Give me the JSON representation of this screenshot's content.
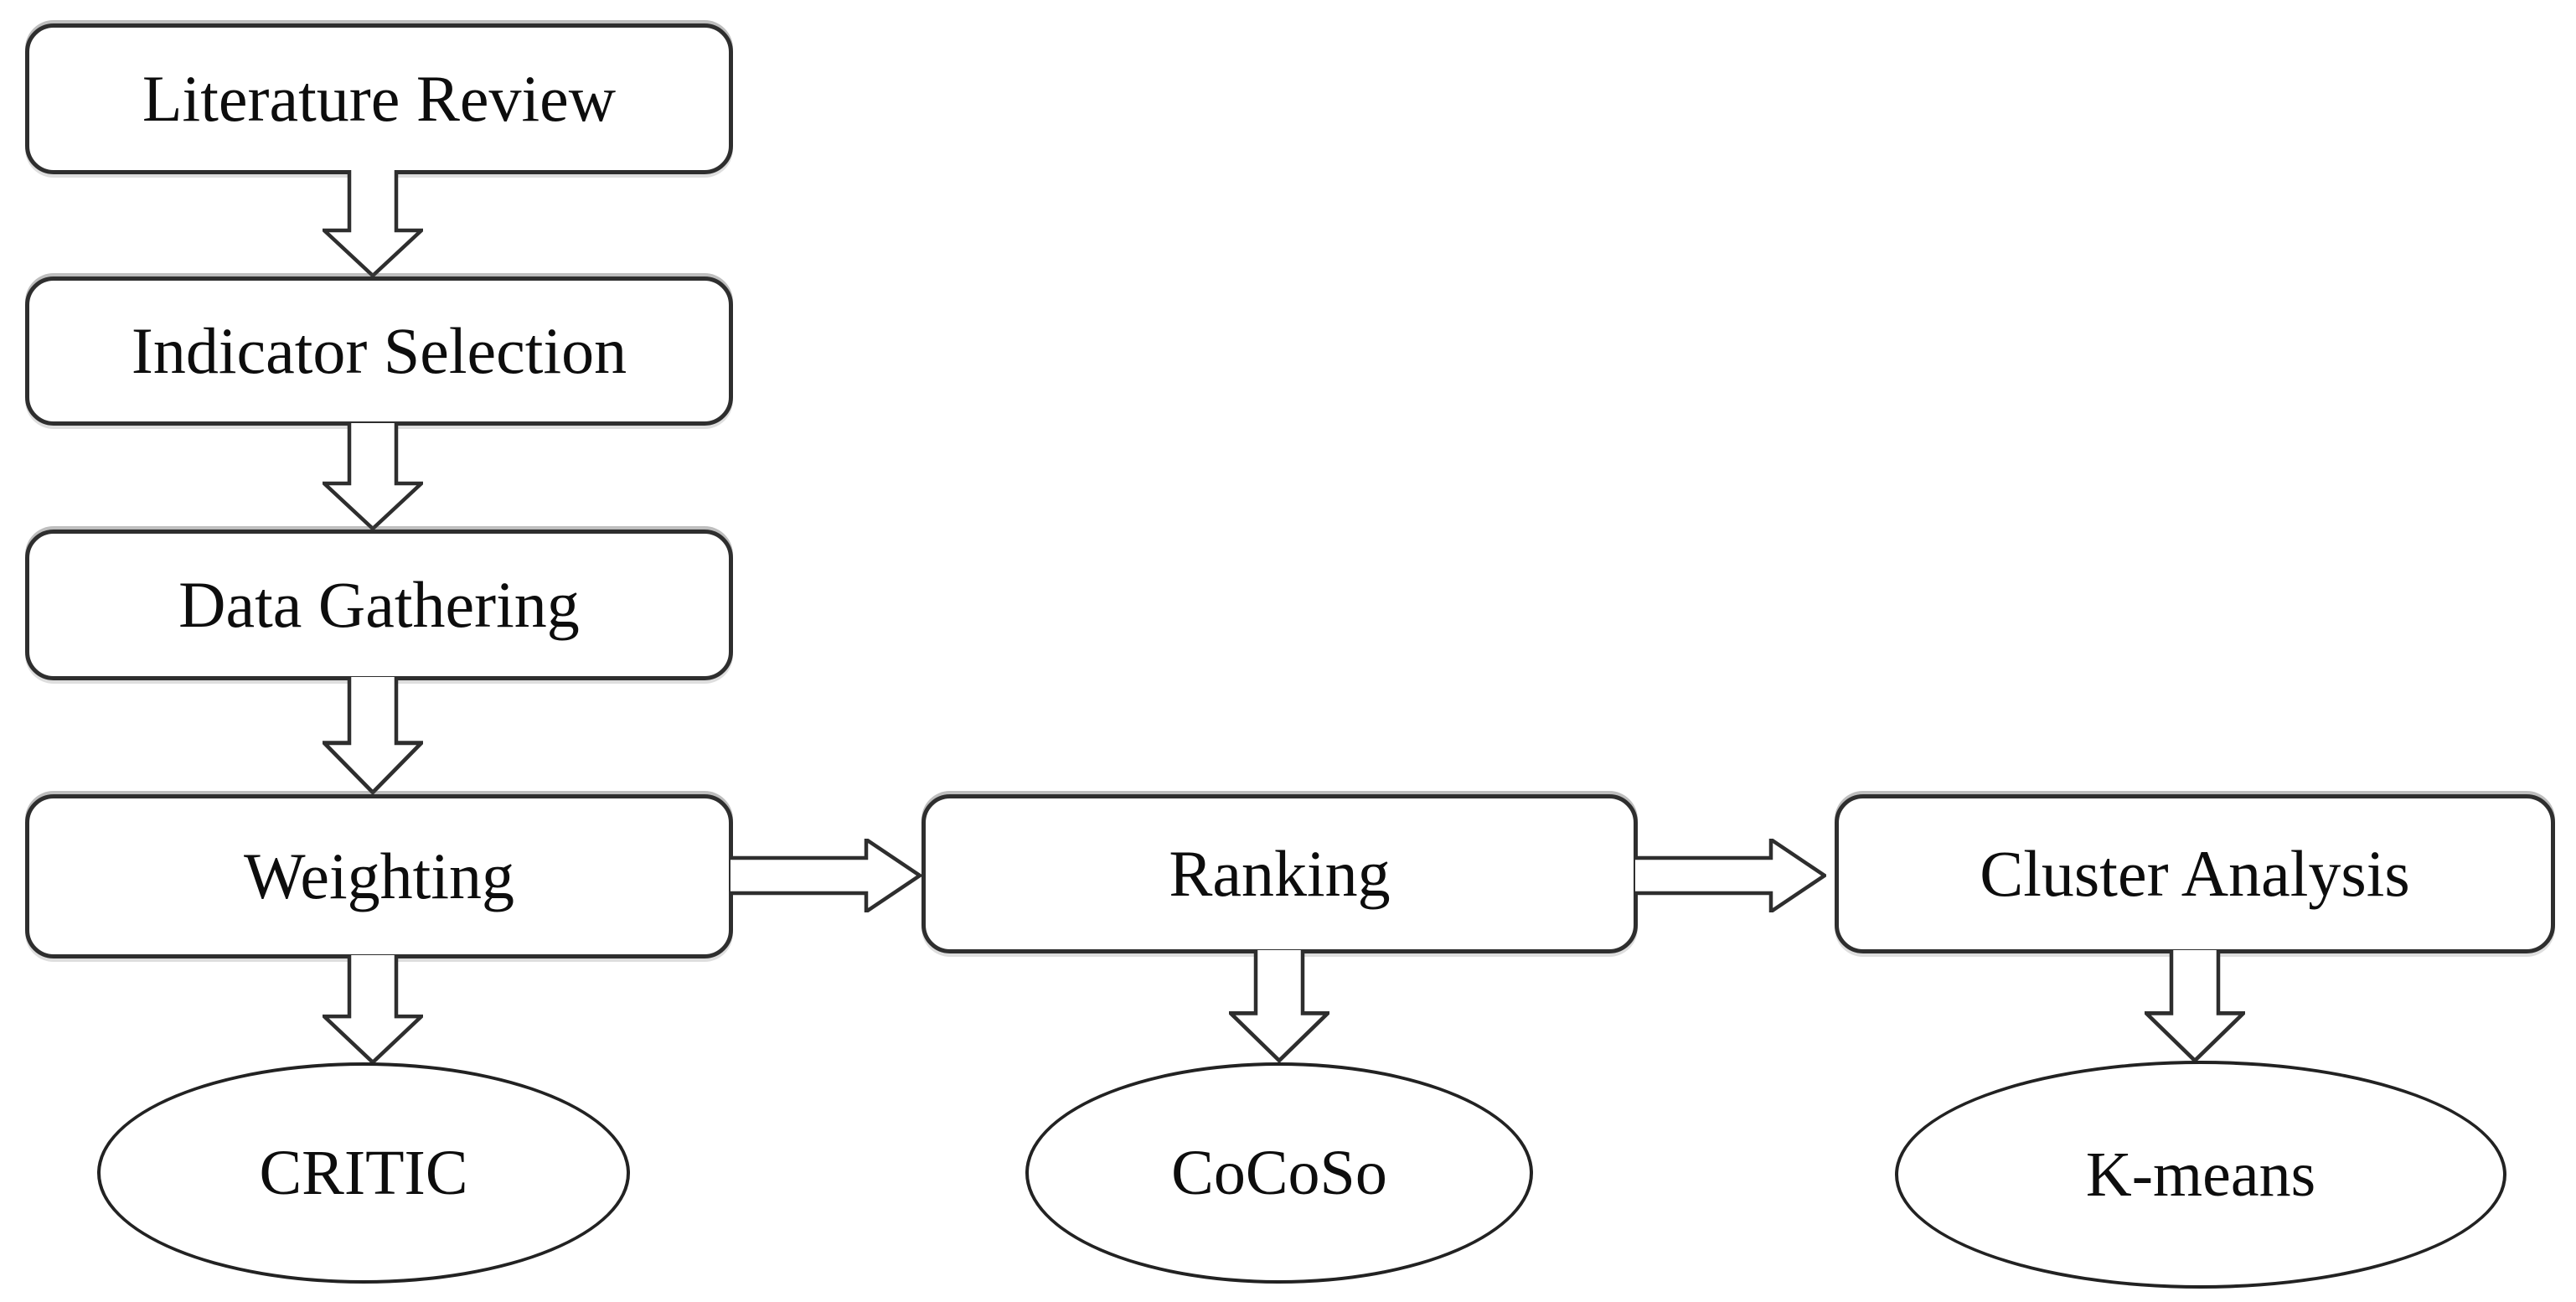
{
  "figure": {
    "type": "flowchart",
    "background_color": "#ffffff",
    "stroke_color": "#2e2e2e",
    "text_color": "#0d0d0d"
  },
  "nodes": {
    "literature_review": {
      "label": "Literature Review",
      "shape": "rounded-rect"
    },
    "indicator_selection": {
      "label": "Indicator Selection",
      "shape": "rounded-rect"
    },
    "data_gathering": {
      "label": "Data Gathering",
      "shape": "rounded-rect"
    },
    "weighting": {
      "label": "Weighting",
      "shape": "rounded-rect"
    },
    "critic": {
      "label": "CRITIC",
      "shape": "ellipse"
    },
    "ranking": {
      "label": "Ranking",
      "shape": "rounded-rect"
    },
    "cocoso": {
      "label": "CoCoSo",
      "shape": "ellipse"
    },
    "cluster_analysis": {
      "label": "Cluster Analysis",
      "shape": "rounded-rect"
    },
    "k_means": {
      "label": "K-means",
      "shape": "ellipse"
    }
  },
  "edges": [
    {
      "from": "Literature Review",
      "to": "Indicator Selection",
      "direction": "down",
      "style": "hollow-block-arrow"
    },
    {
      "from": "Indicator Selection",
      "to": "Data Gathering",
      "direction": "down",
      "style": "hollow-block-arrow"
    },
    {
      "from": "Data Gathering",
      "to": "Weighting",
      "direction": "down",
      "style": "hollow-block-arrow"
    },
    {
      "from": "Weighting",
      "to": "CRITIC",
      "direction": "down",
      "style": "hollow-block-arrow"
    },
    {
      "from": "Weighting",
      "to": "Ranking",
      "direction": "right",
      "style": "hollow-block-arrow"
    },
    {
      "from": "Ranking",
      "to": "CoCoSo",
      "direction": "down",
      "style": "hollow-block-arrow"
    },
    {
      "from": "Ranking",
      "to": "Cluster Analysis",
      "direction": "right",
      "style": "hollow-block-arrow"
    },
    {
      "from": "Cluster Analysis",
      "to": "K-means",
      "direction": "down",
      "style": "hollow-block-arrow"
    }
  ]
}
